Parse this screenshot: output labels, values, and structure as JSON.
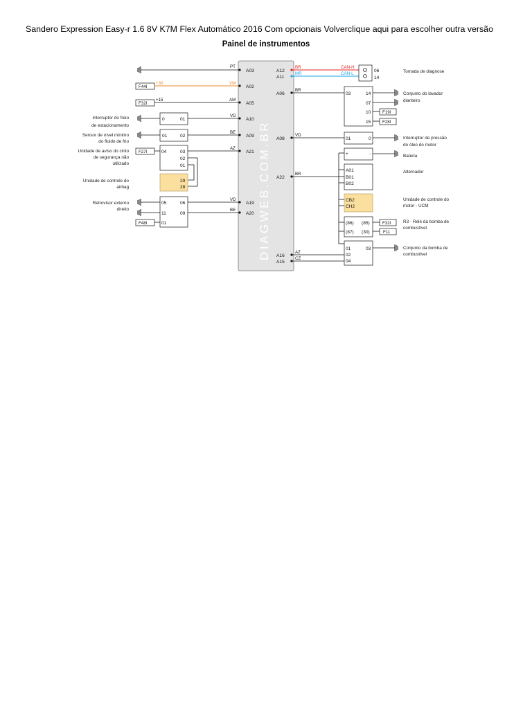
{
  "header": {
    "title": "Sandero Expression Easy-r 1.6 8V K7M Flex Automático 2016 Com opcionais Volverclique aqui para escolher outra versão",
    "subtitle": "Painel de instrumentos"
  },
  "diagram": {
    "watermark": "DIAGWEB.COM.BR",
    "colors": {
      "wire": "#111111",
      "red_wire": "#e0201c",
      "blue_wire": "#1aa3e8",
      "orange_wire": "#f08a2a",
      "panel_fill": "#e4e4e4",
      "highlight_fill": "#fbdf9f"
    },
    "panel_pins": {
      "a03": "A03",
      "a02": "A02",
      "a05": "A05",
      "a10": "A10",
      "a09": "A09",
      "a21": "A21",
      "a19": "A19",
      "a20": "A20",
      "a12": "A12",
      "a11": "A11",
      "a06": "A06",
      "a08": "A08",
      "a22": "A22",
      "a16": "A16",
      "a15": "A15"
    },
    "wire_labels": {
      "pt": "PT",
      "vm": "VM",
      "am": "AM",
      "vd1": "VD",
      "be1": "BE",
      "az1": "AZ",
      "vd2": "VD",
      "be2": "BE",
      "br_red": "BR",
      "mr": "MR",
      "br1": "BR",
      "vd3": "VD",
      "br2": "BR",
      "az2": "AZ",
      "cz": "CZ",
      "plus30": "+30",
      "plus15": "+15",
      "can_h": "CAN-H",
      "can_l": "CAN-L"
    },
    "fuses": {
      "f44": "F44I",
      "f32_left": "F32I",
      "f27": "F27I",
      "f48": "F48I",
      "f19": "F19I",
      "f28": "F28I",
      "f32_right": "F32I",
      "f11": "F11"
    },
    "connector_pins": {
      "freio_a": "0",
      "freio_b": "01",
      "fluido_a": "01",
      "fluido_b": "02",
      "cinto_04": "04",
      "cinto_03": "03",
      "cinto_02": "02",
      "cinto_01": "01",
      "airbag_29": "29",
      "airbag_28": "28",
      "retro_05": "05",
      "retro_06": "06",
      "retro_11": "11",
      "retro_09": "09",
      "retro_01": "01",
      "diag_06": "06",
      "diag_14": "14",
      "lav_03": "03",
      "lav_14": "14",
      "lav_07": "07",
      "lav_10": "10",
      "lav_15": "15",
      "oleo_01": "01",
      "oleo_0": "0",
      "bat_plus": "+",
      "bat_minus": "-",
      "alt_a01": "A01",
      "alt_b01": "B01",
      "alt_b02": "B02",
      "ucm_cb2": "CB2",
      "ucm_ch2": "CH2",
      "rele_86": "(86)",
      "rele_87": "(87)",
      "rele_85": "(85)",
      "rele_30": "(30)",
      "bomba_01": "01",
      "bomba_02": "02",
      "bomba_04": "04",
      "bomba_03": "03"
    },
    "components_left": {
      "freio": [
        "Interruptor do freio",
        "de estacionamento"
      ],
      "fluido": [
        "Sensor de nível mínimo",
        "do fluido de frio"
      ],
      "cinto": [
        "Unidade de aviso do cinto",
        "de segurança não",
        "utilizado"
      ],
      "airbag": [
        "Unidade de controle do",
        "airbag"
      ],
      "retrovisor": [
        "Retrovisor externo",
        "direito"
      ]
    },
    "components_right": {
      "diagnose": [
        "Tomada de diagnose"
      ],
      "lavador": [
        "Conjunto do lavador",
        "dianteiro"
      ],
      "oleo": [
        "Interruptor de pressão",
        "do óleo do motor"
      ],
      "bateria": [
        "Bateria"
      ],
      "alternador": [
        "Alternador"
      ],
      "ucm": [
        "Unidade de controle do",
        "motor - UCM"
      ],
      "rele": [
        "R3 - Relé da bomba de",
        "combustível"
      ],
      "bomba": [
        "Conjunto da bomba de",
        "combustível"
      ]
    }
  }
}
